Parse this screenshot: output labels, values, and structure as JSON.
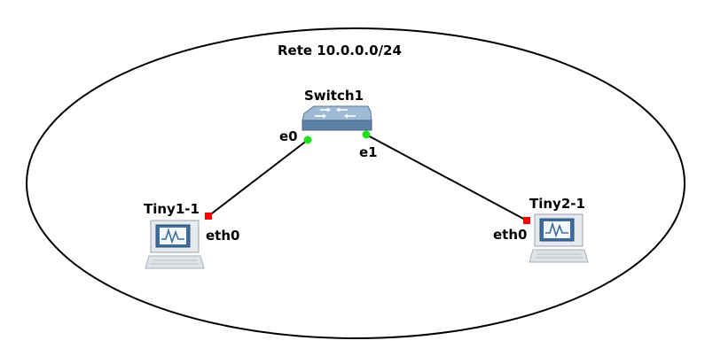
{
  "network": {
    "label": "Rete 10.0.0.0/24"
  },
  "nodes": {
    "switch": {
      "label": "Switch1",
      "icon": "ethernet-switch-icon"
    },
    "tiny1": {
      "label": "Tiny1-1",
      "icon": "computer-icon"
    },
    "tiny2": {
      "label": "Tiny2-1",
      "icon": "computer-icon"
    }
  },
  "links": [
    {
      "from": "Switch1",
      "from_port": "e0",
      "from_status": "up",
      "to": "Tiny1-1",
      "to_port": "eth0",
      "to_status": "down"
    },
    {
      "from": "Switch1",
      "from_port": "e1",
      "from_status": "up",
      "to": "Tiny2-1",
      "to_port": "eth0",
      "to_status": "down"
    }
  ],
  "colors": {
    "status_up": "#1ee01e",
    "status_down": "#ff0000",
    "link": "#000000",
    "switch_body": "#6f93b8",
    "monitor_screen": "#3f6e9e"
  }
}
